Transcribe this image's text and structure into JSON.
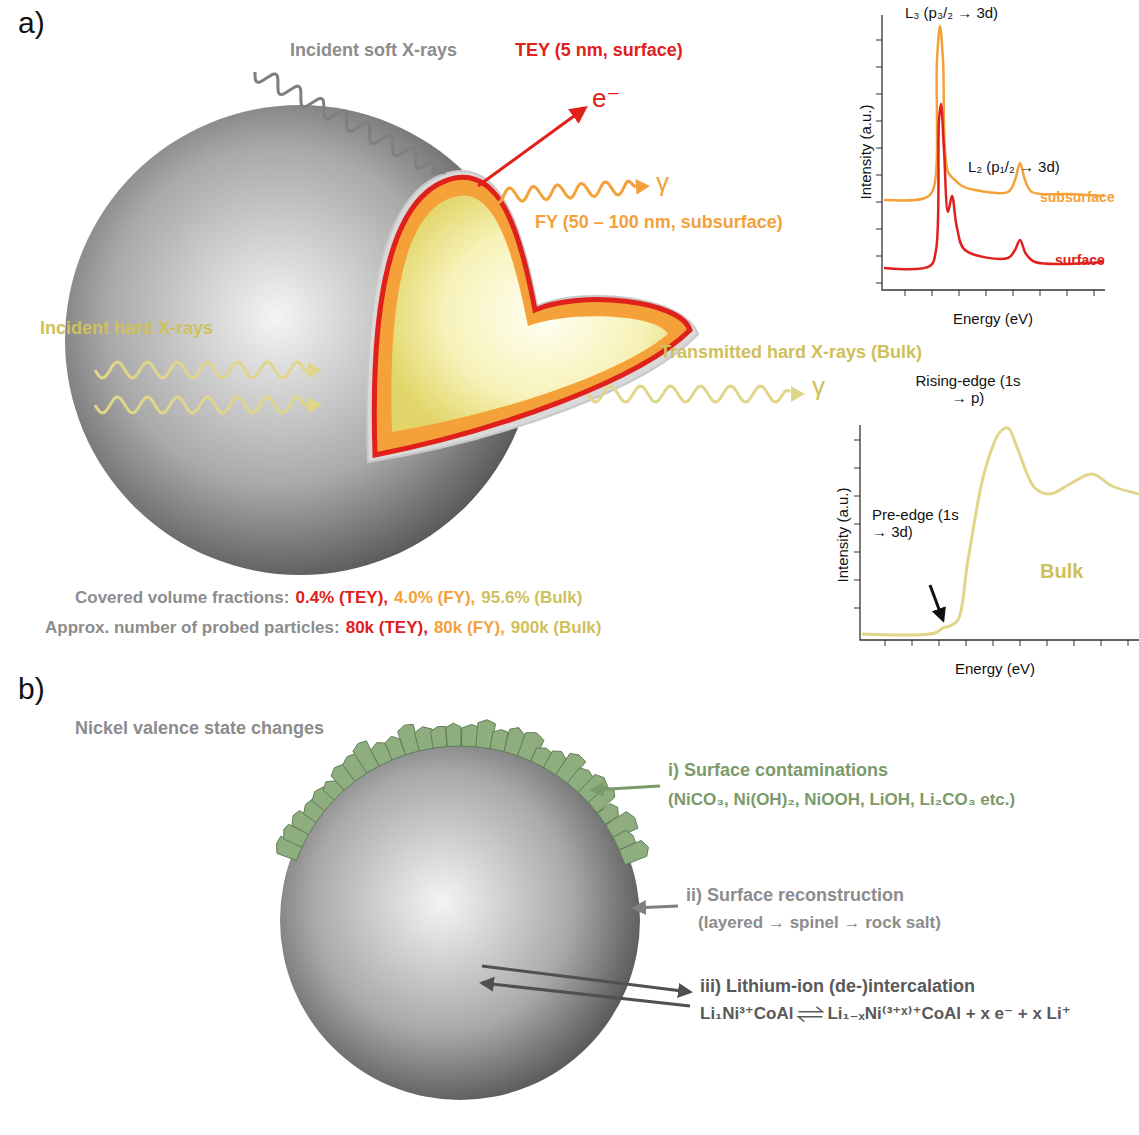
{
  "diagram": {
    "labels": [
      "a)",
      "Incident soft X-rays",
      "TEY (5 nm, surface)",
      "e⁻",
      "γ",
      "FY (50 – 100 nm, subsurface)",
      "Incident hard X-rays",
      "Transmitted hard X-rays (Bulk)",
      "γ",
      "Covered volume fractions:",
      "0.4% (TEY),",
      "4.0% (FY),",
      "95.6% (Bulk)",
      "Approx. number of probed particles:",
      "80k (TEY),",
      "80k (FY),",
      "900k (Bulk)",
      "L₃ (p₃/₂ → 3d)",
      "L₂ (p₁/₂ → 3d)",
      "subsurface",
      "surface",
      "Intensity (a.u.)",
      "Energy (eV)",
      "Rising-edge (1s → p)",
      "Pre-edge (1s → 3d)",
      "Bulk",
      "Intensity (a.u.)",
      "Energy (eV)",
      "b)",
      "Nickel valence state changes",
      "i) Surface contaminations",
      "(NiCO₃, Ni(OH)₂, NiOOH, LiOH, Li₂CO₃ etc.)",
      "ii) Surface reconstruction",
      "(layered → spinel → rock salt)",
      "iii) Lithium-ion (de-)intercalation",
      "Li₁Ni³⁺CoAl",
      "Li₁₋ₓNi⁽³⁺ˣ⁾⁺CoAl + x e⁻ + x Li⁺"
    ]
  }
}
